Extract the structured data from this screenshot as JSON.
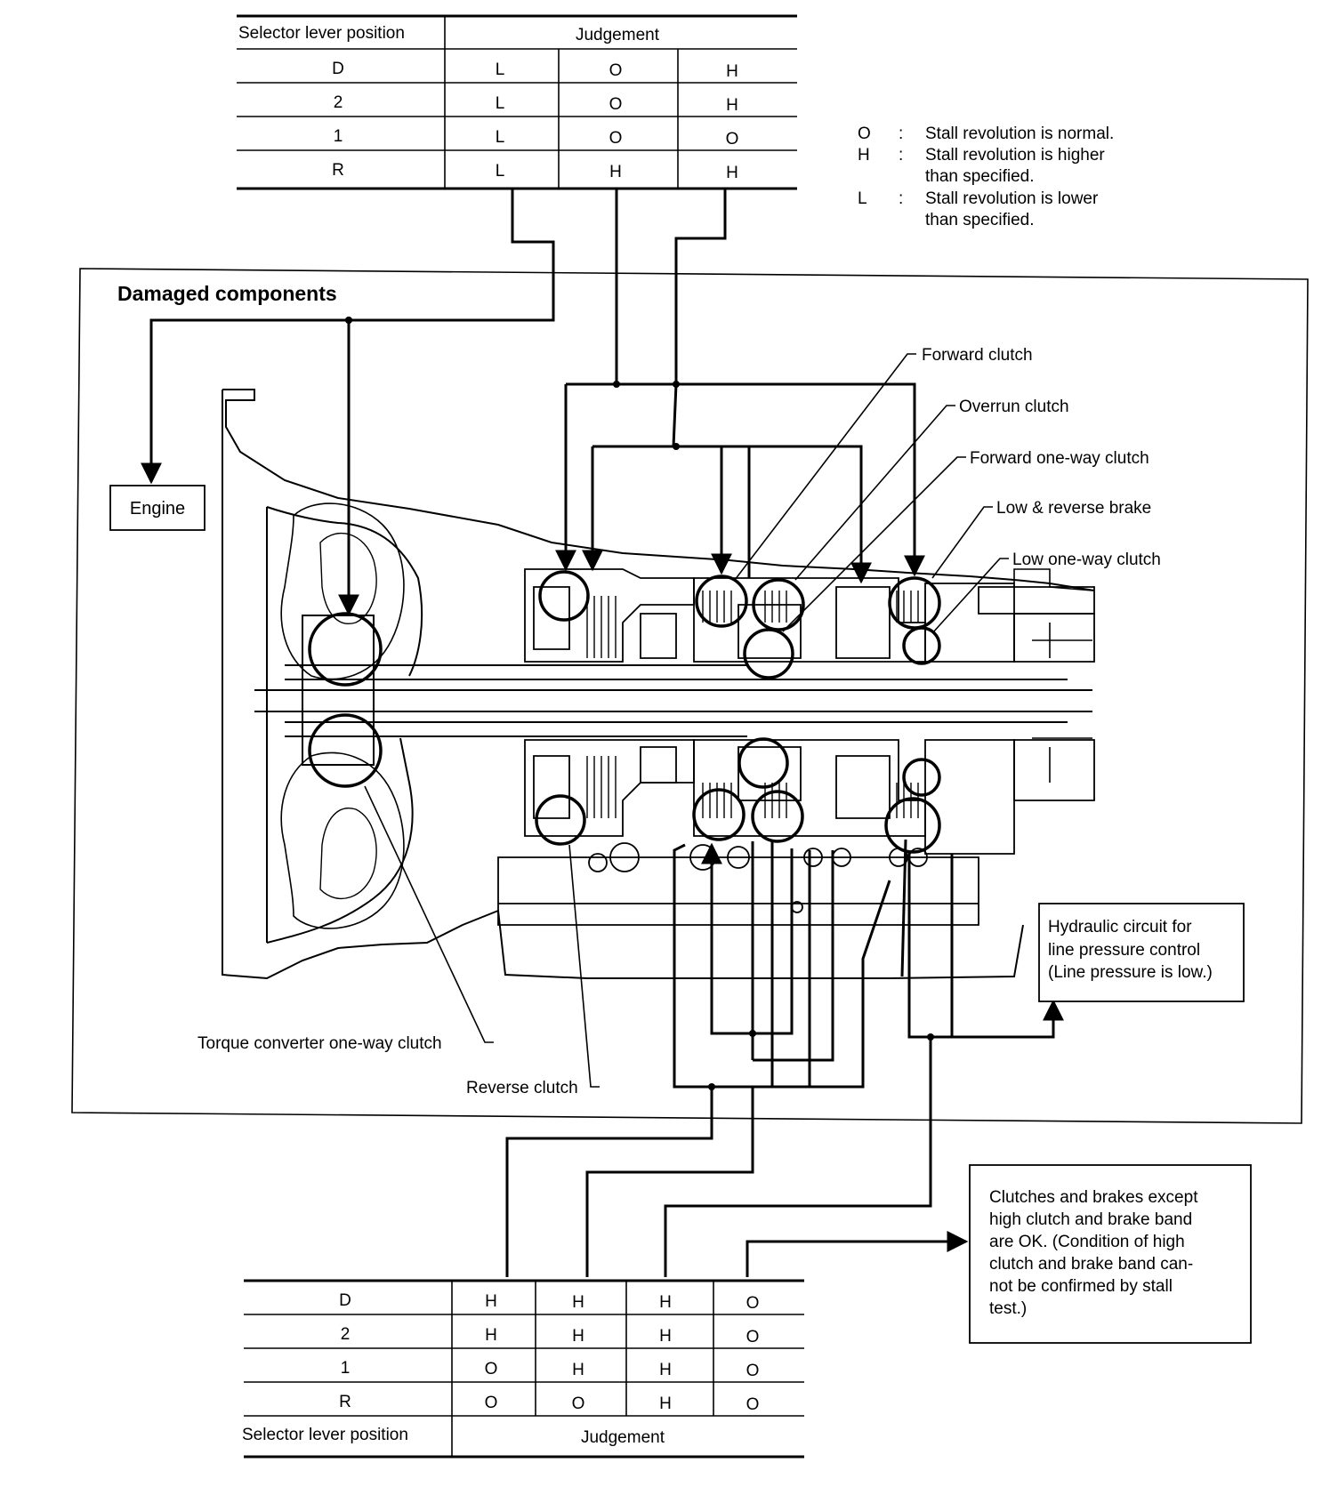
{
  "top_table": {
    "header": {
      "position": "Selector lever position",
      "judgement": "Judgement"
    },
    "rows": [
      {
        "position": "D",
        "values": [
          "L",
          "O",
          "H"
        ]
      },
      {
        "position": "2",
        "values": [
          "L",
          "O",
          "H"
        ]
      },
      {
        "position": "1",
        "values": [
          "L",
          "O",
          "O"
        ]
      },
      {
        "position": "R",
        "values": [
          "L",
          "H",
          "H"
        ]
      }
    ]
  },
  "legend": [
    {
      "symbol": "O",
      "sep": ":",
      "lines": [
        "Stall revolution is normal."
      ]
    },
    {
      "symbol": "H",
      "sep": ":",
      "lines": [
        "Stall revolution is higher",
        "than specified."
      ]
    },
    {
      "symbol": "L",
      "sep": ":",
      "lines": [
        "Stall revolution is lower",
        "than specified."
      ]
    }
  ],
  "diagram": {
    "title": "Damaged components",
    "engine": "Engine",
    "labels": {
      "forward_clutch": "Forward clutch",
      "overrun_clutch": "Overrun clutch",
      "forward_one_way_clutch": "Forward one-way clutch",
      "low_reverse_brake": "Low & reverse brake",
      "low_one_way_clutch": "Low one-way clutch",
      "torque_converter_one_way_clutch": "Torque converter one-way clutch",
      "reverse_clutch": "Reverse clutch"
    },
    "hydraulic_box": [
      "Hydraulic circuit for",
      "line pressure control",
      "(Line pressure is low.)"
    ]
  },
  "result_box": [
    "Clutches and brakes except",
    "high clutch and brake band",
    "are OK. (Condition of high",
    "clutch and brake band can-",
    "not be confirmed by stall",
    "test.)"
  ],
  "bottom_table": {
    "rows": [
      {
        "position": "D",
        "values": [
          "H",
          "H",
          "H",
          "O"
        ]
      },
      {
        "position": "2",
        "values": [
          "H",
          "H",
          "H",
          "O"
        ]
      },
      {
        "position": "1",
        "values": [
          "O",
          "H",
          "H",
          "O"
        ]
      },
      {
        "position": "R",
        "values": [
          "O",
          "O",
          "H",
          "O"
        ]
      }
    ],
    "footer": {
      "position": "Selector lever position",
      "judgement": "Judgement"
    }
  }
}
